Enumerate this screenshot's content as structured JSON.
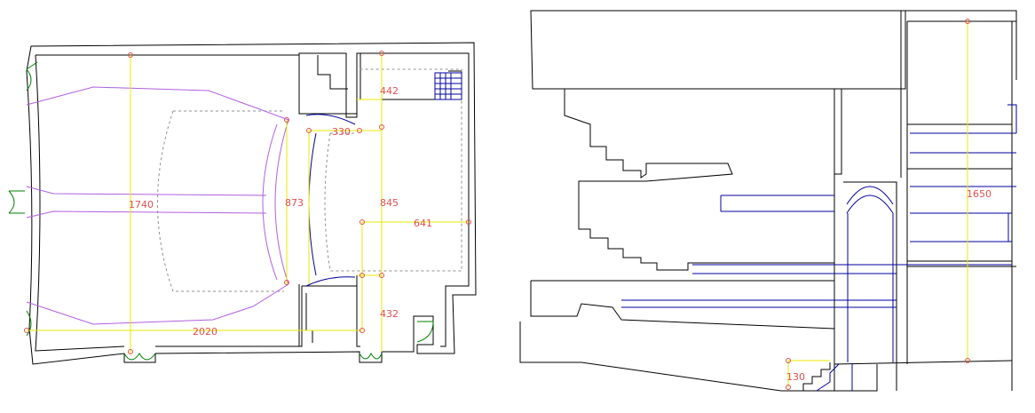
{
  "colors": {
    "background": "#ffffff",
    "wall": "#000000",
    "dimension": "#e8e800",
    "dimension_text": "#e05050",
    "seating": "#b060e0",
    "hidden": "#909090",
    "structure": "#0000a0",
    "door": "#008000"
  },
  "plan": {
    "dimensions": [
      {
        "id": "auditorium-width",
        "label": "1740"
      },
      {
        "id": "total-length",
        "label": "2020"
      },
      {
        "id": "proscenium-width",
        "label": "873"
      },
      {
        "id": "stage-width",
        "label": "845"
      },
      {
        "id": "stage-depth",
        "label": "641"
      },
      {
        "id": "apron-depth",
        "label": "330"
      },
      {
        "id": "wing-top",
        "label": "442"
      },
      {
        "id": "wing-bottom",
        "label": "432"
      }
    ]
  },
  "section": {
    "dimensions": [
      {
        "id": "flytower-height",
        "label": "1650"
      },
      {
        "id": "pit-depth",
        "label": "130"
      }
    ]
  }
}
